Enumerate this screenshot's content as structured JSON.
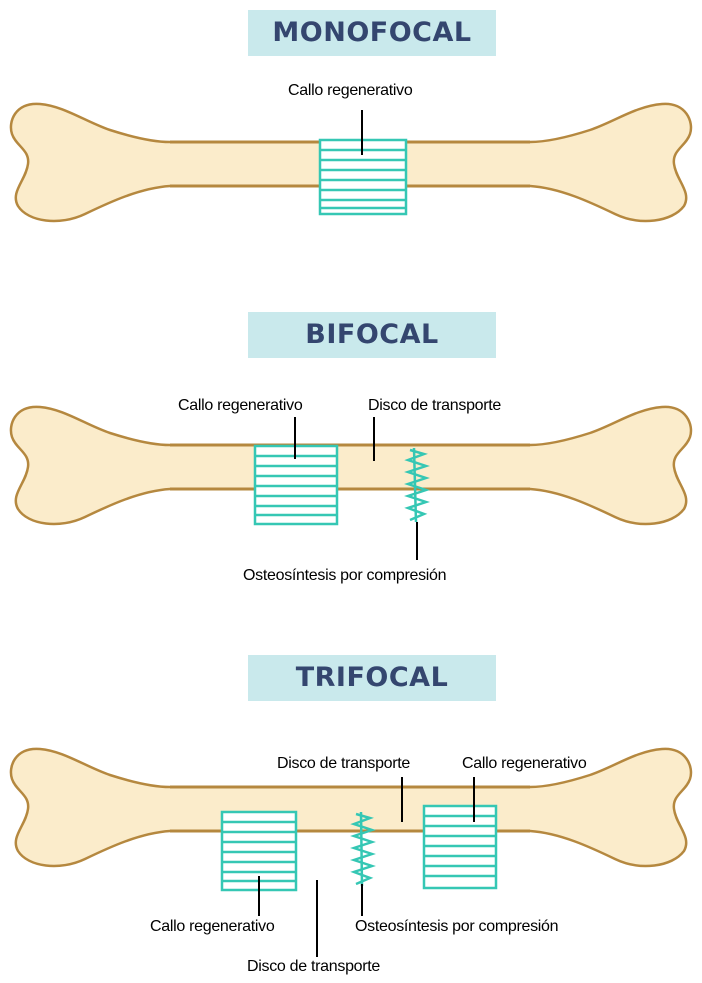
{
  "panels": {
    "monofocal": {
      "title": "MONOFOCAL",
      "callus_label": "Callo  regenerativo"
    },
    "bifocal": {
      "title": "BIFOCAL",
      "callus_label": "Callo regenerativo",
      "transport_label": "Disco de transporte",
      "compression_label": "Osteosíntesis por compresión"
    },
    "trifocal": {
      "title": "TRIFOCAL",
      "transport_top_label": "Disco de transporte",
      "callus_right_label": "Callo regenerativo",
      "callus_left_label": "Callo regenerativo",
      "compression_label": "Osteosíntesis por compresión",
      "transport_bottom_label": "Disco de transporte"
    }
  },
  "colors": {
    "bone_fill": "#fbeccb",
    "bone_outline": "#b5883f",
    "callus": "#35c7b4",
    "badge_bg": "#c9e9ec",
    "badge_text": "#34466f"
  }
}
